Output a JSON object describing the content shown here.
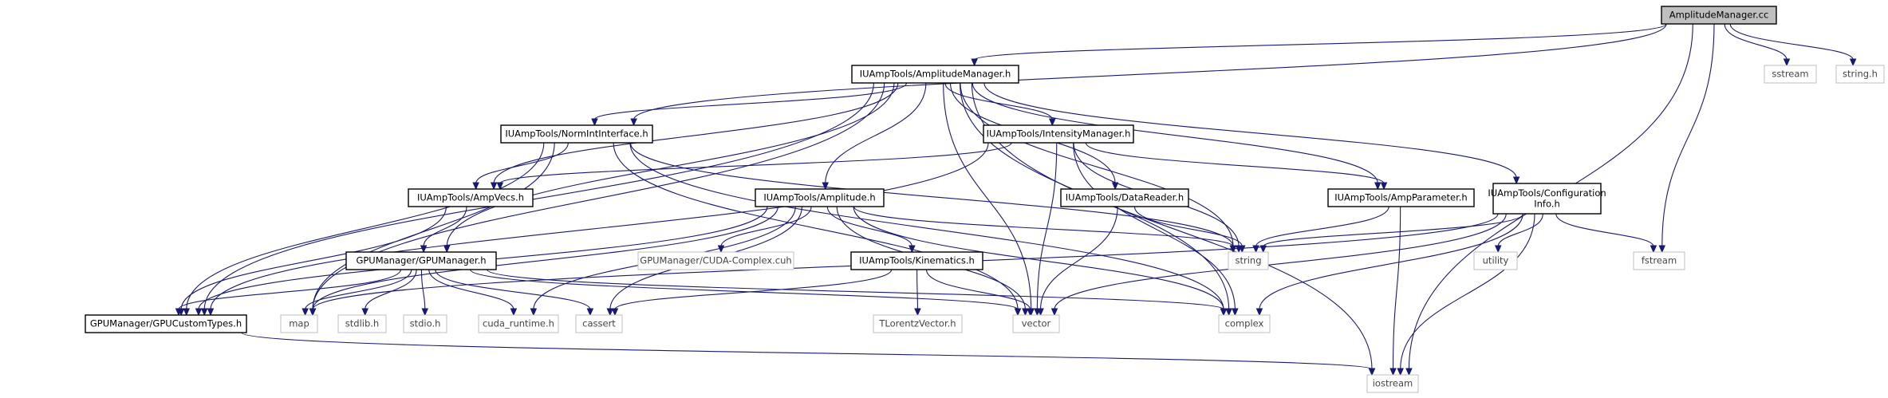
{
  "graph": {
    "nodes": [
      {
        "id": "root",
        "label": "AmplitudeManager.cc",
        "kind": "root"
      },
      {
        "id": "ampmgr_h",
        "label": "IUAmpTools/AmplitudeManager.h",
        "kind": "link"
      },
      {
        "id": "sstream",
        "label": "sstream",
        "kind": "sys"
      },
      {
        "id": "string_h",
        "label": "string.h",
        "kind": "sys"
      },
      {
        "id": "fstream",
        "label": "fstream",
        "kind": "sys"
      },
      {
        "id": "iostream",
        "label": "iostream",
        "kind": "sys"
      },
      {
        "id": "normint",
        "label": "IUAmpTools/NormIntInterface.h",
        "kind": "link"
      },
      {
        "id": "intensity",
        "label": "IUAmpTools/IntensityManager.h",
        "kind": "link"
      },
      {
        "id": "confinfo",
        "label": [
          "IUAmpTools/Configuration",
          "Info.h"
        ],
        "kind": "link"
      },
      {
        "id": "ampvecs",
        "label": "IUAmpTools/AmpVecs.h",
        "kind": "link"
      },
      {
        "id": "amplitude",
        "label": "IUAmpTools/Amplitude.h",
        "kind": "link"
      },
      {
        "id": "datareader",
        "label": "IUAmpTools/DataReader.h",
        "kind": "link"
      },
      {
        "id": "ampparam",
        "label": "IUAmpTools/AmpParameter.h",
        "kind": "link"
      },
      {
        "id": "gpumgr",
        "label": "GPUManager/GPUManager.h",
        "kind": "link"
      },
      {
        "id": "cudacplx",
        "label": "GPUManager/CUDA-Complex.cuh",
        "kind": "sys"
      },
      {
        "id": "kinematics",
        "label": "IUAmpTools/Kinematics.h",
        "kind": "link"
      },
      {
        "id": "string",
        "label": "string",
        "kind": "sys"
      },
      {
        "id": "utility",
        "label": "utility",
        "kind": "sys"
      },
      {
        "id": "gputypes",
        "label": "GPUManager/GPUCustomTypes.h",
        "kind": "link"
      },
      {
        "id": "map",
        "label": "map",
        "kind": "sys"
      },
      {
        "id": "stdlib",
        "label": "stdlib.h",
        "kind": "sys"
      },
      {
        "id": "stdio",
        "label": "stdio.h",
        "kind": "sys"
      },
      {
        "id": "cudart",
        "label": "cuda_runtime.h",
        "kind": "sys"
      },
      {
        "id": "cassert",
        "label": "cassert",
        "kind": "sys"
      },
      {
        "id": "vector",
        "label": "vector",
        "kind": "sys"
      },
      {
        "id": "complex",
        "label": "complex",
        "kind": "sys"
      },
      {
        "id": "tlorentz",
        "label": "TLorentzVector.h",
        "kind": "sys"
      }
    ],
    "edges": [
      [
        "root",
        "ampmgr_h"
      ],
      [
        "root",
        "normint"
      ],
      [
        "root",
        "sstream"
      ],
      [
        "root",
        "string_h"
      ],
      [
        "root",
        "fstream"
      ],
      [
        "root",
        "iostream"
      ],
      [
        "ampmgr_h",
        "normint"
      ],
      [
        "ampmgr_h",
        "intensity"
      ],
      [
        "ampmgr_h",
        "confinfo"
      ],
      [
        "ampmgr_h",
        "ampvecs"
      ],
      [
        "ampmgr_h",
        "amplitude"
      ],
      [
        "ampmgr_h",
        "datareader"
      ],
      [
        "ampmgr_h",
        "ampparam"
      ],
      [
        "ampmgr_h",
        "gpumgr"
      ],
      [
        "ampmgr_h",
        "gputypes"
      ],
      [
        "ampmgr_h",
        "map"
      ],
      [
        "ampmgr_h",
        "string"
      ],
      [
        "ampmgr_h",
        "vector"
      ],
      [
        "ampmgr_h",
        "complex"
      ],
      [
        "ampmgr_h",
        "iostream"
      ],
      [
        "normint",
        "ampvecs"
      ],
      [
        "normint",
        "gputypes"
      ],
      [
        "normint",
        "map"
      ],
      [
        "normint",
        "string"
      ],
      [
        "normint",
        "vector"
      ],
      [
        "normint",
        "complex"
      ],
      [
        "intensity",
        "ampvecs"
      ],
      [
        "intensity",
        "ampparam"
      ],
      [
        "intensity",
        "string"
      ],
      [
        "intensity",
        "vector"
      ],
      [
        "intensity",
        "complex"
      ],
      [
        "intensity",
        "gputypes"
      ],
      [
        "confinfo",
        "string"
      ],
      [
        "confinfo",
        "utility"
      ],
      [
        "confinfo",
        "fstream"
      ],
      [
        "confinfo",
        "vector"
      ],
      [
        "confinfo",
        "complex"
      ],
      [
        "confinfo",
        "iostream"
      ],
      [
        "confinfo",
        "map"
      ],
      [
        "ampvecs",
        "gpumgr"
      ],
      [
        "ampvecs",
        "gputypes"
      ],
      [
        "amplitude",
        "cudacplx"
      ],
      [
        "amplitude",
        "kinematics"
      ],
      [
        "amplitude",
        "map"
      ],
      [
        "amplitude",
        "string"
      ],
      [
        "amplitude",
        "vector"
      ],
      [
        "amplitude",
        "complex"
      ],
      [
        "amplitude",
        "cassert"
      ],
      [
        "amplitude",
        "cudart"
      ],
      [
        "amplitude",
        "gputypes"
      ],
      [
        "datareader",
        "string"
      ],
      [
        "datareader",
        "vector"
      ],
      [
        "ampparam",
        "string"
      ],
      [
        "ampparam",
        "iostream"
      ],
      [
        "gpumgr",
        "gputypes"
      ],
      [
        "gpumgr",
        "map"
      ],
      [
        "gpumgr",
        "stdlib"
      ],
      [
        "gpumgr",
        "stdio"
      ],
      [
        "gpumgr",
        "cudart"
      ],
      [
        "gpumgr",
        "cassert"
      ],
      [
        "gpumgr",
        "vector"
      ],
      [
        "gpumgr",
        "complex"
      ],
      [
        "kinematics",
        "tlorentz"
      ],
      [
        "kinematics",
        "vector"
      ],
      [
        "kinematics",
        "cassert"
      ],
      [
        "gputypes",
        "iostream"
      ]
    ]
  }
}
